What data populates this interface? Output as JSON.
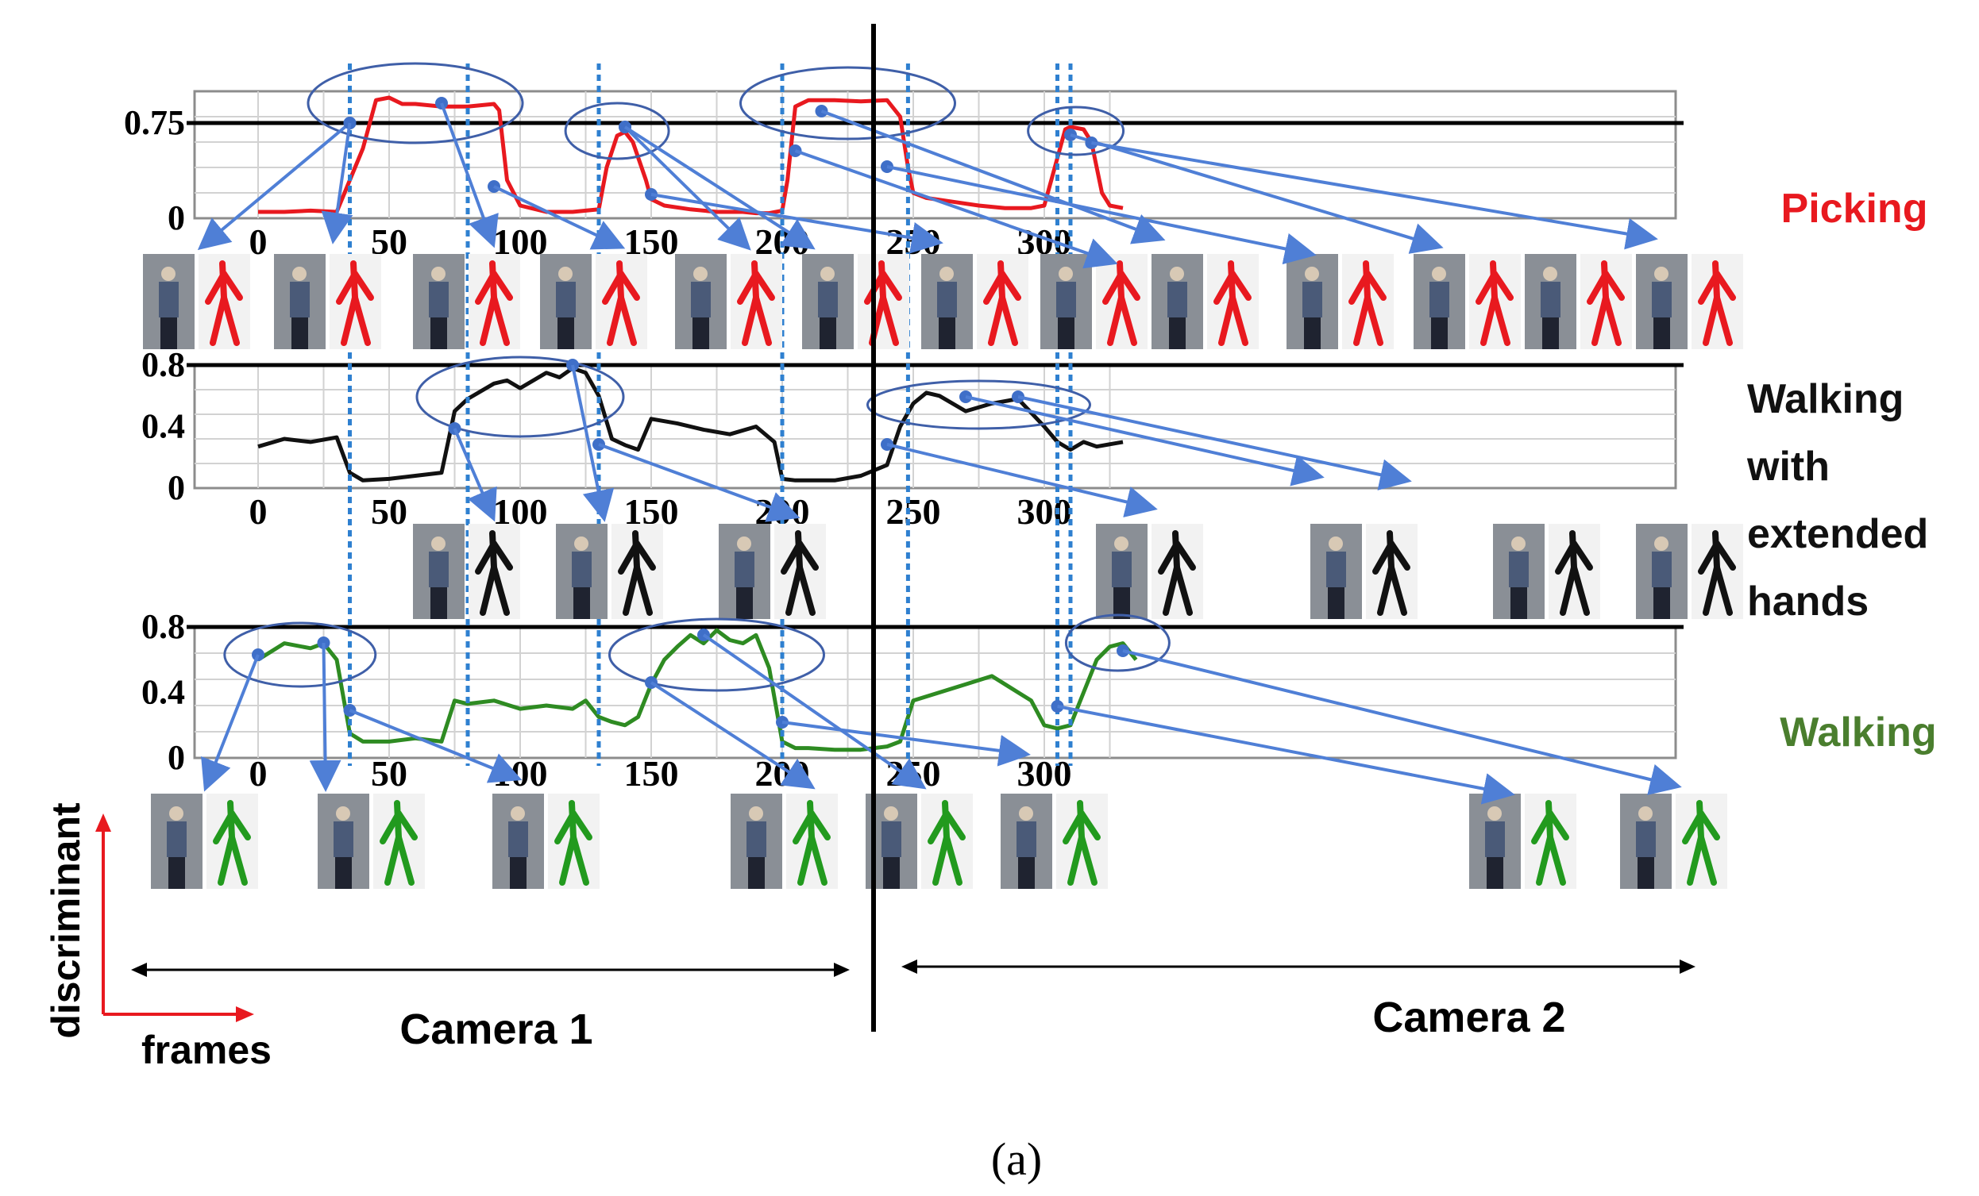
{
  "figure": {
    "caption": "(a)",
    "axis_hint": {
      "y_label": "discriminant",
      "x_label": "frames"
    },
    "cameras": [
      {
        "label": "Camera 1"
      },
      {
        "label": "Camera 2"
      }
    ]
  },
  "chart_data": [
    {
      "type": "line",
      "series": [
        {
          "name": "Picking",
          "color": "#e8191f"
        }
      ],
      "ylim": [
        0,
        1.0
      ],
      "yticks": [
        {
          "value": 0,
          "label": "0"
        },
        {
          "value": 0.75,
          "label": "0.75"
        }
      ],
      "xticks": [
        0,
        50,
        100,
        150,
        200,
        250,
        300
      ],
      "threshold": 0.75,
      "x": [
        0,
        10,
        20,
        30,
        40,
        45,
        50,
        55,
        60,
        70,
        80,
        90,
        92,
        95,
        100,
        110,
        120,
        130,
        133,
        137,
        140,
        143,
        148,
        150,
        155,
        165,
        175,
        185,
        190,
        195,
        200,
        202,
        205,
        210,
        220,
        230,
        240,
        245,
        248,
        250,
        255,
        265,
        275,
        285,
        295,
        300,
        308,
        310,
        315,
        318,
        322,
        325,
        330
      ],
      "y": [
        0.05,
        0.05,
        0.06,
        0.05,
        0.55,
        0.93,
        0.95,
        0.9,
        0.9,
        0.88,
        0.88,
        0.9,
        0.85,
        0.3,
        0.1,
        0.05,
        0.05,
        0.07,
        0.4,
        0.65,
        0.68,
        0.6,
        0.3,
        0.15,
        0.1,
        0.07,
        0.05,
        0.05,
        0.04,
        0.04,
        0.06,
        0.3,
        0.88,
        0.93,
        0.93,
        0.92,
        0.93,
        0.8,
        0.4,
        0.2,
        0.16,
        0.13,
        0.1,
        0.08,
        0.08,
        0.1,
        0.7,
        0.72,
        0.7,
        0.6,
        0.2,
        0.1,
        0.08
      ]
    },
    {
      "type": "line",
      "series": [
        {
          "name": "Walking with extended hands",
          "color": "#111111"
        }
      ],
      "ylim": [
        0,
        0.8
      ],
      "yticks": [
        {
          "value": 0,
          "label": "0"
        },
        {
          "value": 0.4,
          "label": "0.4"
        },
        {
          "value": 0.8,
          "label": "0.8"
        }
      ],
      "xticks": [
        0,
        50,
        100,
        150,
        200,
        250,
        300
      ],
      "x": [
        0,
        10,
        20,
        30,
        35,
        40,
        50,
        60,
        70,
        75,
        80,
        90,
        95,
        100,
        110,
        115,
        120,
        125,
        130,
        135,
        140,
        145,
        150,
        160,
        170,
        180,
        190,
        197,
        200,
        205,
        210,
        220,
        230,
        240,
        245,
        250,
        255,
        260,
        270,
        280,
        290,
        300,
        305,
        310,
        315,
        320,
        330
      ],
      "y": [
        0.27,
        0.32,
        0.3,
        0.33,
        0.1,
        0.05,
        0.06,
        0.08,
        0.1,
        0.5,
        0.58,
        0.68,
        0.7,
        0.65,
        0.75,
        0.72,
        0.78,
        0.75,
        0.6,
        0.32,
        0.28,
        0.25,
        0.45,
        0.42,
        0.38,
        0.35,
        0.4,
        0.3,
        0.06,
        0.05,
        0.05,
        0.05,
        0.08,
        0.15,
        0.4,
        0.55,
        0.62,
        0.6,
        0.5,
        0.55,
        0.58,
        0.4,
        0.3,
        0.25,
        0.3,
        0.27,
        0.3
      ]
    },
    {
      "type": "line",
      "series": [
        {
          "name": "Walking",
          "color": "#2e8b22"
        }
      ],
      "ylim": [
        0,
        0.8
      ],
      "yticks": [
        {
          "value": 0,
          "label": "0"
        },
        {
          "value": 0.4,
          "label": "0.4"
        },
        {
          "value": 0.8,
          "label": "0.8"
        }
      ],
      "xticks": [
        0,
        50,
        100,
        150,
        200,
        250,
        300
      ],
      "x": [
        0,
        10,
        20,
        25,
        30,
        35,
        40,
        50,
        60,
        70,
        75,
        80,
        90,
        100,
        110,
        120,
        125,
        130,
        135,
        140,
        145,
        150,
        155,
        160,
        165,
        170,
        175,
        180,
        185,
        190,
        195,
        200,
        205,
        210,
        220,
        230,
        240,
        245,
        250,
        260,
        270,
        280,
        290,
        295,
        300,
        305,
        310,
        315,
        320,
        325,
        330,
        335
      ],
      "y": [
        0.6,
        0.7,
        0.67,
        0.7,
        0.6,
        0.15,
        0.1,
        0.1,
        0.12,
        0.1,
        0.35,
        0.33,
        0.35,
        0.3,
        0.32,
        0.3,
        0.35,
        0.25,
        0.22,
        0.2,
        0.25,
        0.45,
        0.6,
        0.68,
        0.75,
        0.7,
        0.78,
        0.72,
        0.7,
        0.75,
        0.55,
        0.1,
        0.06,
        0.06,
        0.05,
        0.05,
        0.07,
        0.1,
        0.35,
        0.4,
        0.45,
        0.5,
        0.4,
        0.35,
        0.2,
        0.18,
        0.2,
        0.4,
        0.6,
        0.68,
        0.7,
        0.6
      ]
    }
  ]
}
